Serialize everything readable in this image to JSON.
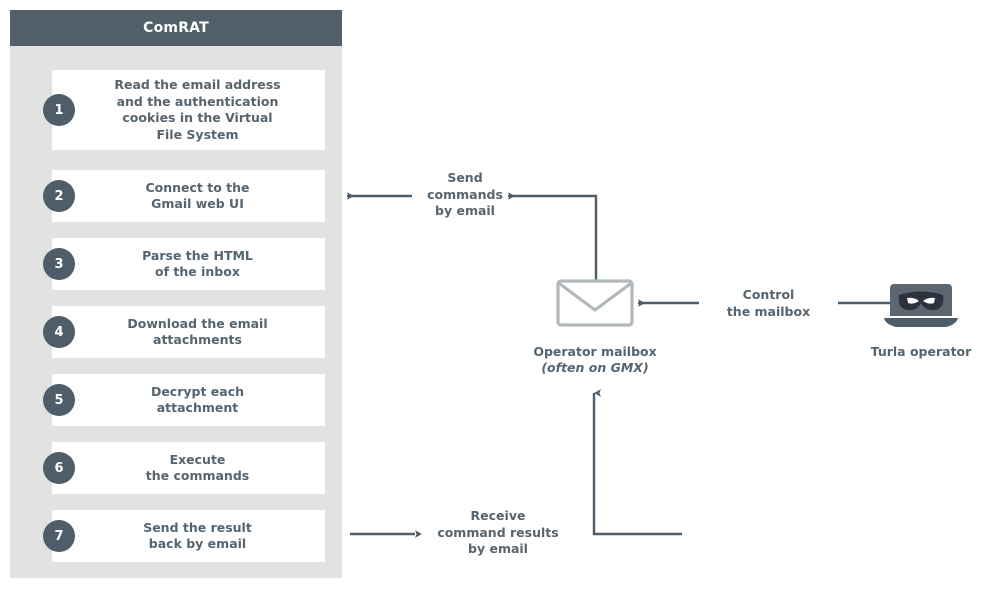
{
  "colors": {
    "header_bg": "#505F68",
    "panel_bg": "#E1E3E1",
    "card_bg": "#FFFFFF",
    "badge_bg": "#4E5D67",
    "text": "#55646E",
    "arrow": "#4E5D67",
    "envelope_stroke": "#B0B8BC",
    "laptop_body": "#5A6670",
    "mask": "#2B323C"
  },
  "panel": {
    "title": "ComRAT",
    "steps": [
      {
        "number": "1",
        "text": "Read the email address\nand the authentication\ncookies in the Virtual\nFile System"
      },
      {
        "number": "2",
        "text": "Connect to the\nGmail web UI"
      },
      {
        "number": "3",
        "text": "Parse the HTML\nof the inbox"
      },
      {
        "number": "4",
        "text": "Download the email\nattachments"
      },
      {
        "number": "5",
        "text": "Decrypt each\nattachment"
      },
      {
        "number": "6",
        "text": "Execute\nthe commands"
      },
      {
        "number": "7",
        "text": "Send the result\nback by email"
      }
    ]
  },
  "diagram": {
    "flows": [
      {
        "id": "send-commands",
        "label": "Send\ncommands\nby email"
      },
      {
        "id": "control-mailbox",
        "label": "Control\nthe mailbox"
      },
      {
        "id": "receive-results",
        "label": "Receive\ncommand results\nby email"
      }
    ],
    "nodes": [
      {
        "id": "operator-mailbox",
        "icon": "envelope-icon",
        "caption": "Operator mailbox",
        "subcaption": "(often on GMX)"
      },
      {
        "id": "turla-operator",
        "icon": "laptop-bandit-icon",
        "caption": "Turla operator",
        "subcaption": ""
      }
    ]
  }
}
